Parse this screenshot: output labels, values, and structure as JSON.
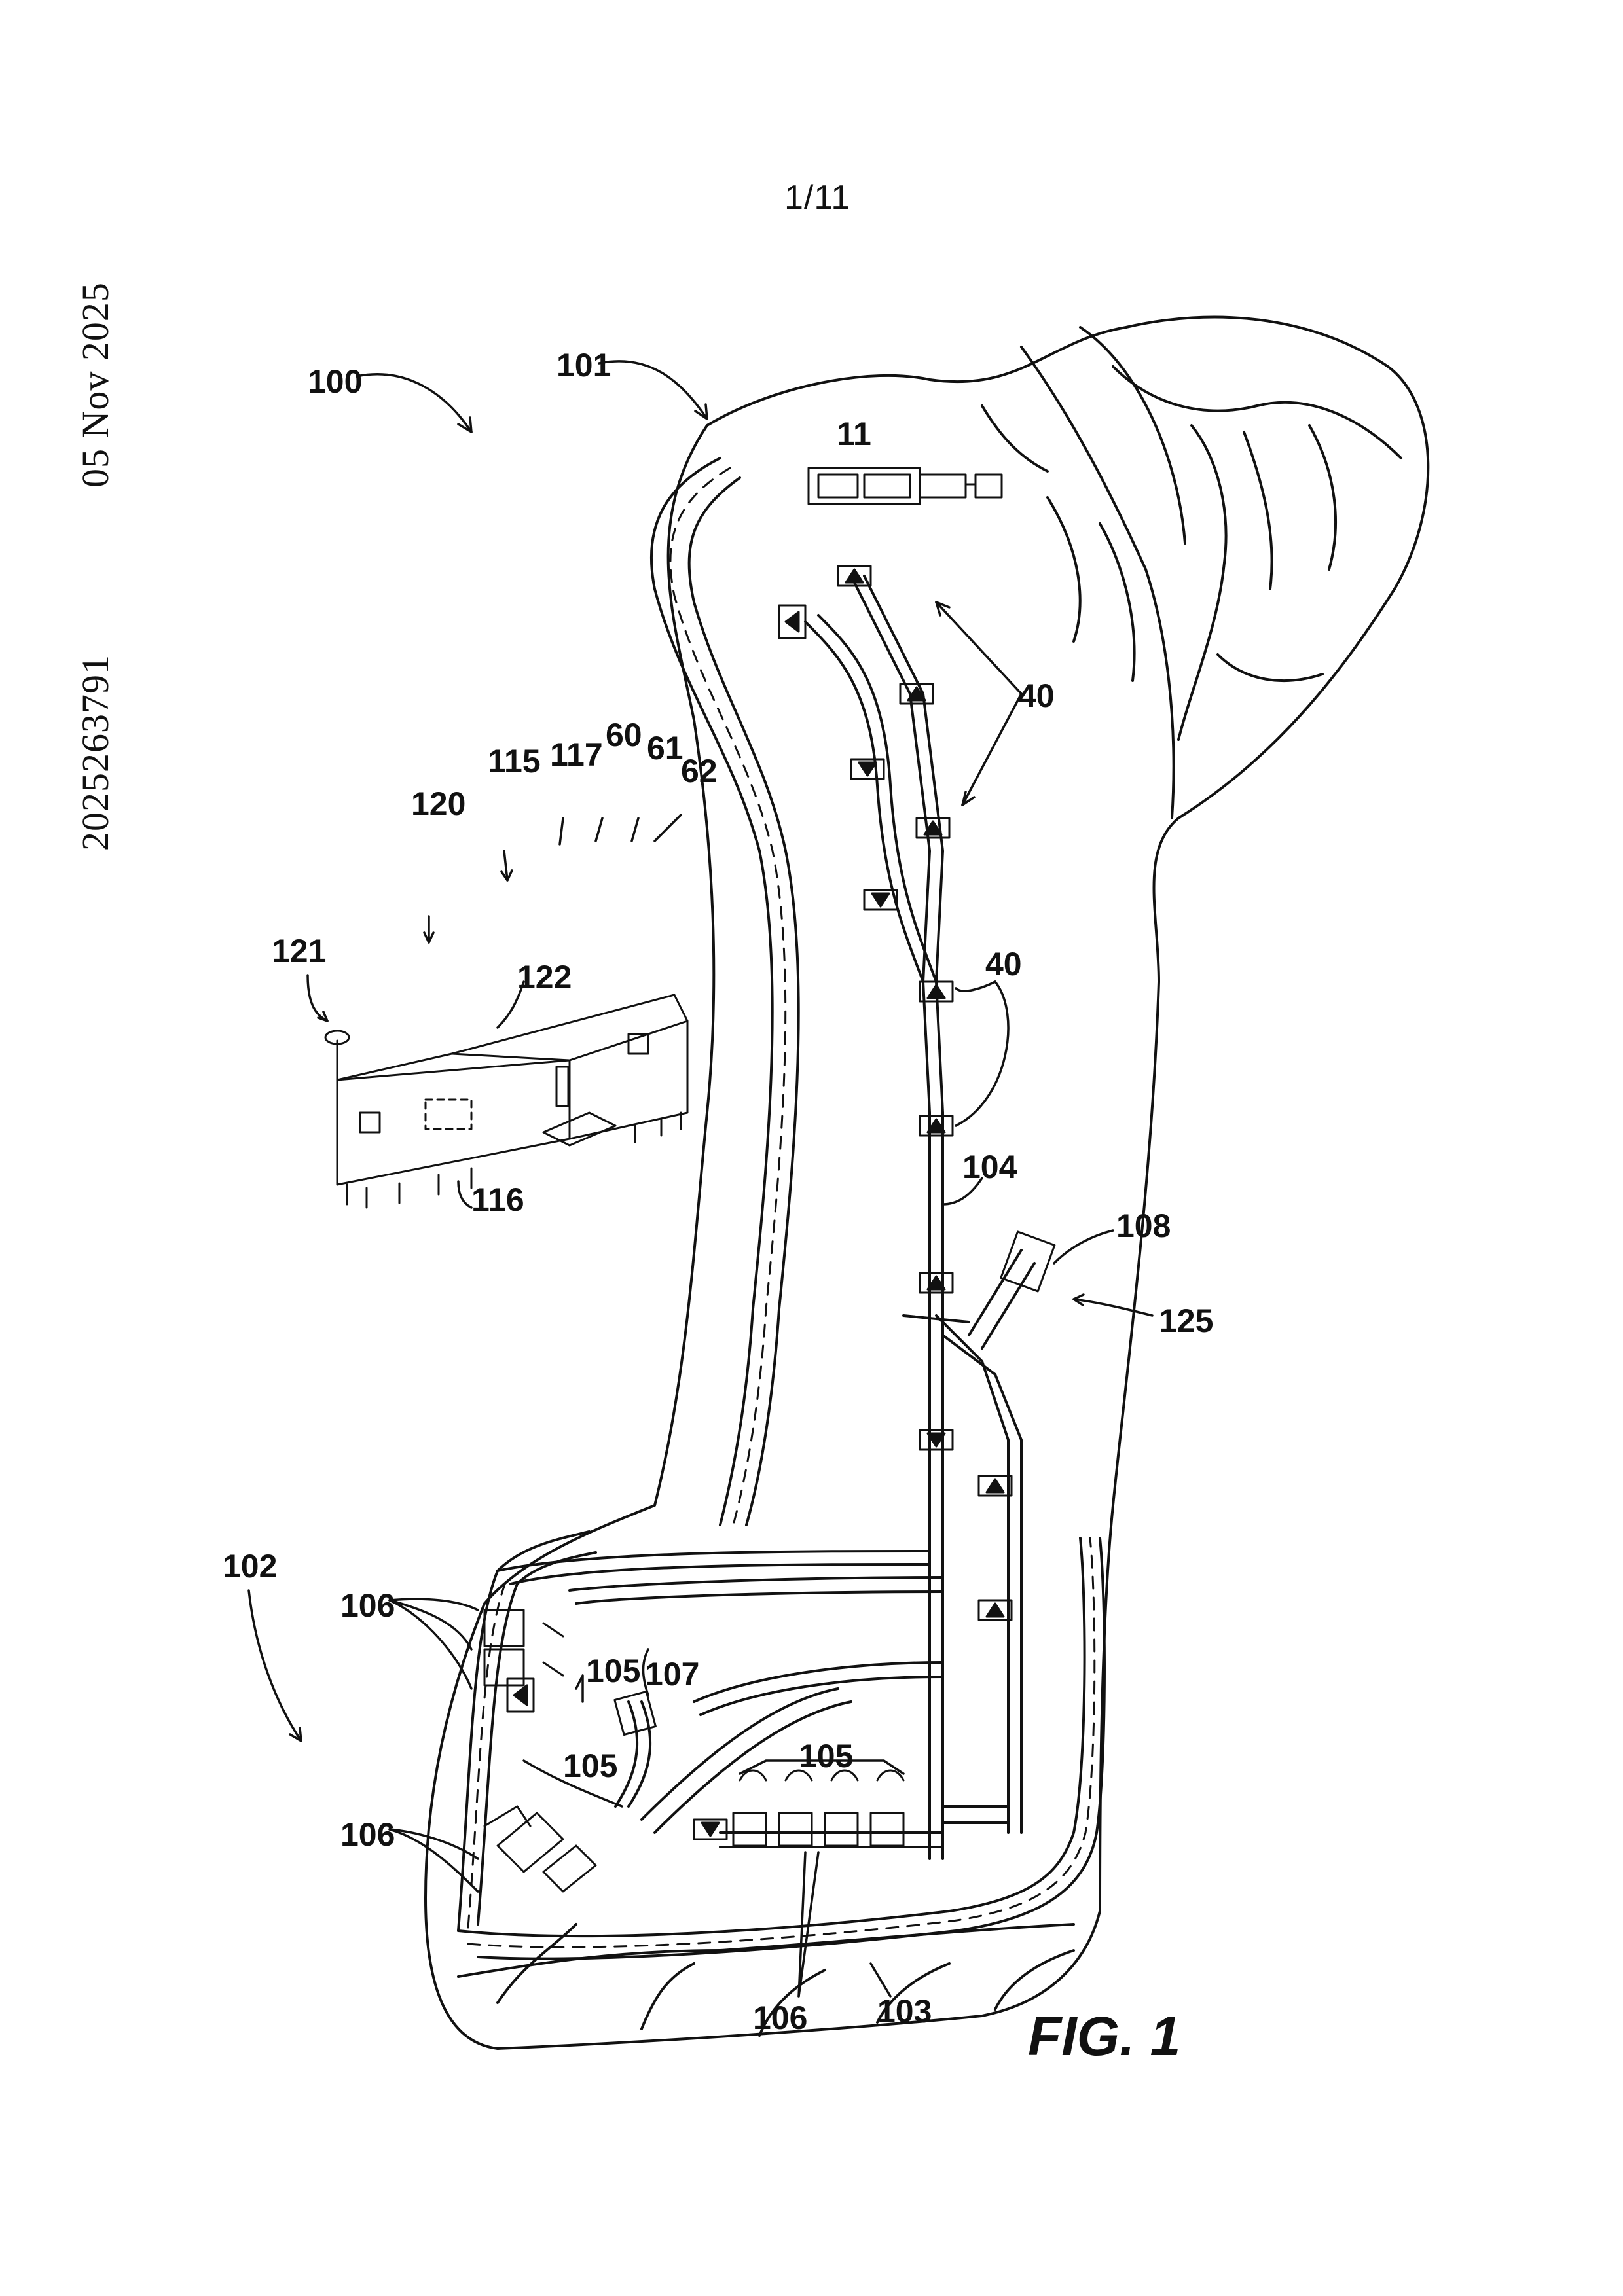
{
  "header": {
    "publication_number": "2025263791",
    "date": "05 Nov 2025",
    "sheet": "1/11"
  },
  "figure": {
    "label": "FIG. 1",
    "references": {
      "r100": "100",
      "r101": "101",
      "r11": "11",
      "r40a": "40",
      "r40b": "40",
      "r115": "115",
      "r117": "117",
      "r60": "60",
      "r61": "61",
      "r62": "62",
      "r120": "120",
      "r121": "121",
      "r122": "122",
      "r116": "116",
      "r104": "104",
      "r108": "108",
      "r125": "125",
      "r102": "102",
      "r106a": "106",
      "r105a": "105",
      "r107": "107",
      "r105b": "105",
      "r105c": "105",
      "r106b": "106",
      "r106c": "106",
      "r103": "103"
    }
  }
}
